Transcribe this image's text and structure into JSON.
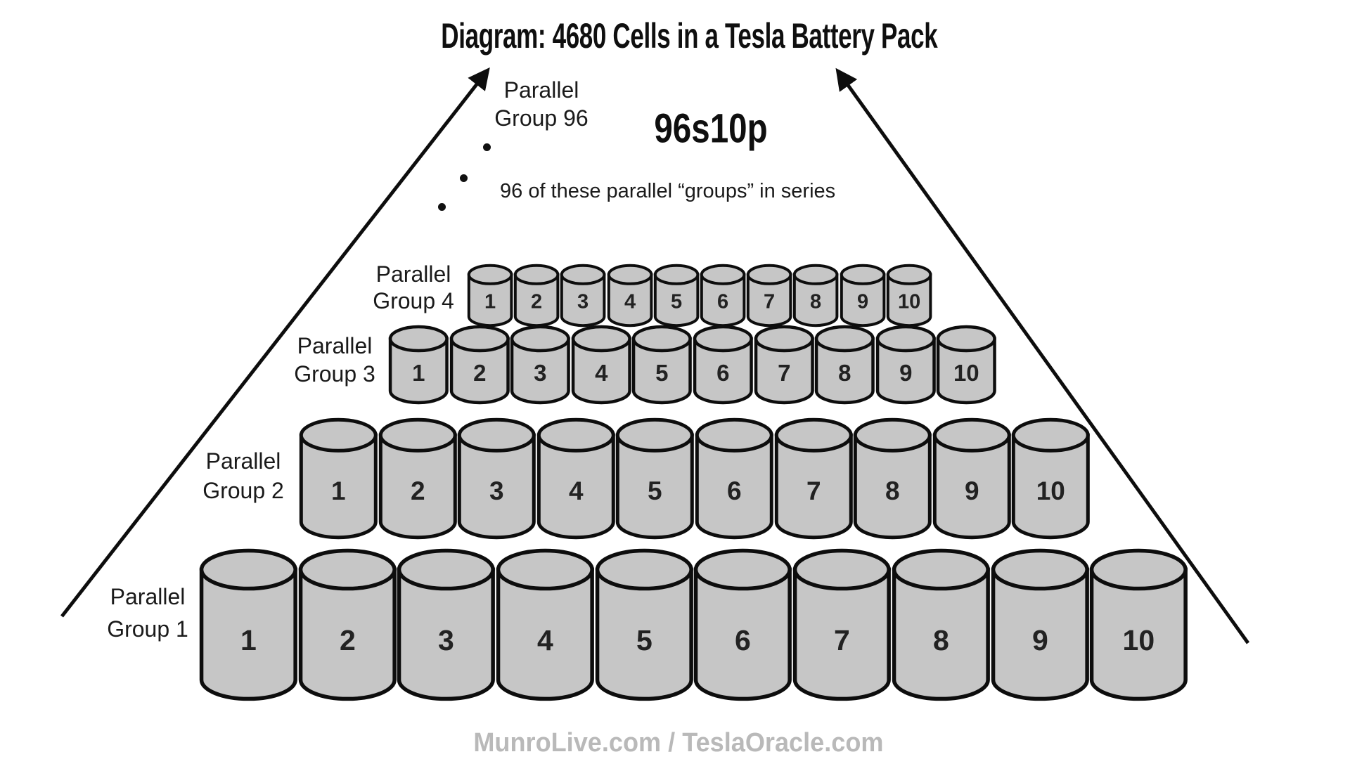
{
  "title": "Diagram: 4680 Cells in a Tesla Battery Pack",
  "pack_configuration": "96s10p",
  "top_group": {
    "line1": "Parallel",
    "line2": "Group 96"
  },
  "series_note": "96 of these parallel “groups” in series",
  "footer_credit": "MunroLive.com / TeslaOracle.com",
  "colors": {
    "cell_fill": "#c6c6c6",
    "outline": "#0d0d0d",
    "number_text": "#222222",
    "footer_text": "#b9b9b9"
  },
  "groups": [
    {
      "label_line1": "Parallel",
      "label_line2": "Group 4",
      "cells": [
        "1",
        "2",
        "3",
        "4",
        "5",
        "6",
        "7",
        "8",
        "9",
        "10"
      ]
    },
    {
      "label_line1": "Parallel",
      "label_line2": "Group 3",
      "cells": [
        "1",
        "2",
        "3",
        "4",
        "5",
        "6",
        "7",
        "8",
        "9",
        "10"
      ]
    },
    {
      "label_line1": "Parallel",
      "label_line2": "Group 2",
      "cells": [
        "1",
        "2",
        "3",
        "4",
        "5",
        "6",
        "7",
        "8",
        "9",
        "10"
      ]
    },
    {
      "label_line1": "Parallel",
      "label_line2": "Group 1",
      "cells": [
        "1",
        "2",
        "3",
        "4",
        "5",
        "6",
        "7",
        "8",
        "9",
        "10"
      ]
    }
  ]
}
